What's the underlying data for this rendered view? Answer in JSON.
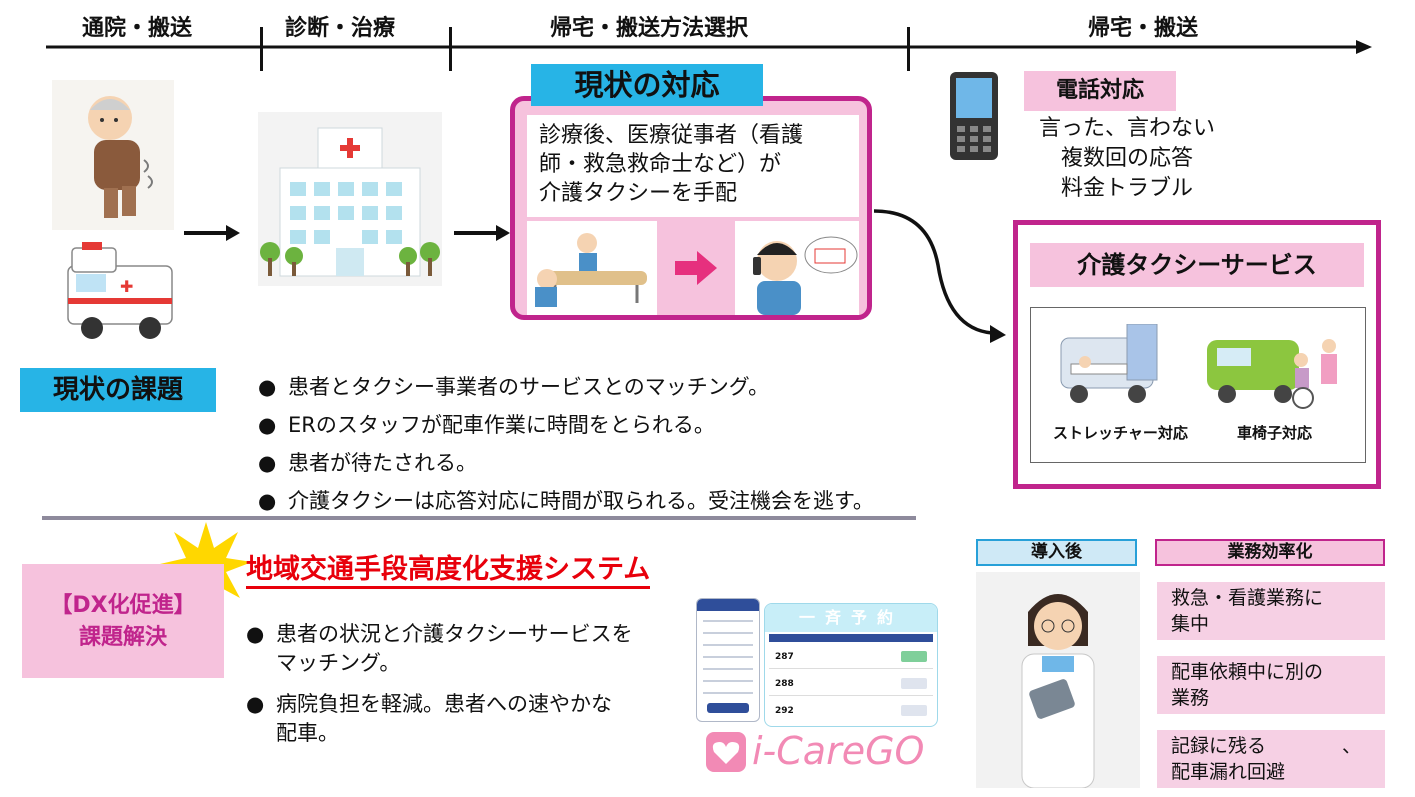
{
  "timeline": {
    "phases": [
      "通院・搬送",
      "診断・治療",
      "帰宅・搬送方法選択",
      "帰宅・搬送"
    ]
  },
  "current_response": {
    "title": "現状の対応",
    "text_lines": [
      "診療後、医療従事者（看護",
      "師・救急救命士など）が",
      "介護タクシーを手配"
    ]
  },
  "phone": {
    "title": "電話対応",
    "lines": [
      "言った、言わない",
      "複数回の応答",
      "料金トラブル"
    ]
  },
  "taxi_service": {
    "title": "介護タクシーサービス",
    "stretcher_label": "ストレッチャー対応",
    "wheelchair_label": "車椅子対応"
  },
  "issues": {
    "label": "現状の課題",
    "items": [
      "患者とタクシー事業者のサービスとのマッチング。",
      "ERのスタッフが配車作業に時間をとられる。",
      "患者が待たされる。",
      "介護タクシーは応答対応に時間が取られる。受注機会を逃す。"
    ]
  },
  "dx": {
    "label_line1": "【DX化促進】",
    "label_line2": "課題解決",
    "system_title": "地域交通手段高度化支援システム",
    "items": [
      {
        "line1": "患者の状況と介護タクシーサービスを",
        "line2": "マッチング。"
      },
      {
        "line1": "病院負担を軽減。患者への速やかな",
        "line2": "配車。"
      }
    ],
    "app_logo": "i-CareGO",
    "screen_header": "一斉予約",
    "row_ids": [
      "287",
      "288",
      "292"
    ]
  },
  "after": {
    "label": "導入後",
    "efficiency_label": "業務効率化",
    "benefits": [
      {
        "line1": "救急・看護業務に",
        "line2": "集中"
      },
      {
        "line1": "配車依頼中に別の",
        "line2": "業務"
      },
      {
        "line1": "記録に残る　　　　、",
        "line2": "配車漏れ回避"
      }
    ]
  },
  "colors": {
    "magenta": "#c0248c",
    "pink_fill": "#f6c2dd",
    "cyan": "#27b4e6",
    "red_title": "#e8000b",
    "divider": "#8e8a9c"
  }
}
